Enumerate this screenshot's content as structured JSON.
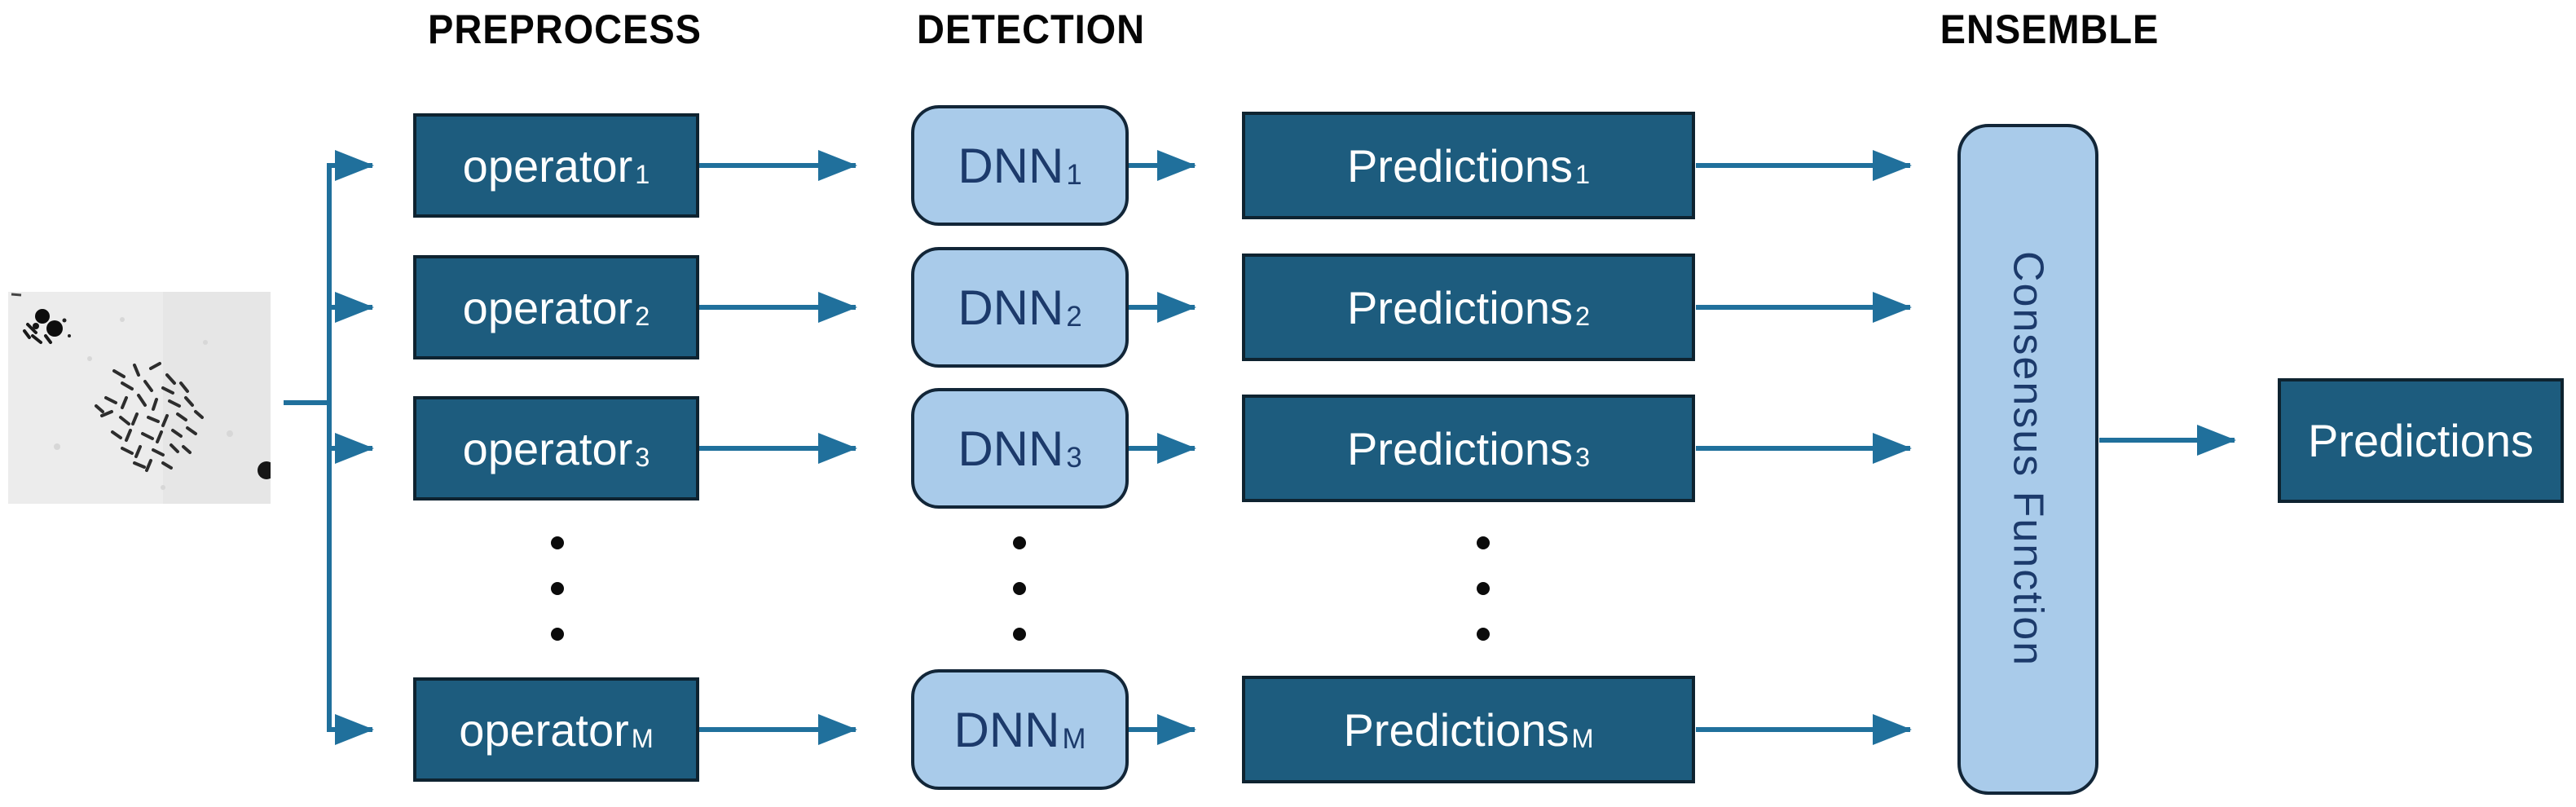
{
  "headers": {
    "preprocess": "PREPROCESS",
    "detection": "DETECTION",
    "ensemble": "ENSEMBLE"
  },
  "rows": [
    {
      "operator_base": "operator",
      "operator_sub": "1",
      "dnn_base": "DNN",
      "dnn_sub": "1",
      "predictions_base": "Predictions",
      "predictions_sub": "1"
    },
    {
      "operator_base": "operator",
      "operator_sub": "2",
      "dnn_base": "DNN",
      "dnn_sub": "2",
      "predictions_base": "Predictions",
      "predictions_sub": "2"
    },
    {
      "operator_base": "operator",
      "operator_sub": "3",
      "dnn_base": "DNN",
      "dnn_sub": "3",
      "predictions_base": "Predictions",
      "predictions_sub": "3"
    },
    {
      "operator_base": "operator",
      "operator_sub": "M",
      "dnn_base": "DNN",
      "dnn_sub": "M",
      "predictions_base": "Predictions",
      "predictions_sub": "M"
    }
  ],
  "consensus": {
    "label": "Consensus Function"
  },
  "output": {
    "label": "Predictions"
  },
  "icons": {
    "input_image": "chromosome-micrograph",
    "ellipsis": "vertical-ellipsis-dots"
  },
  "colors": {
    "dark_box_fill": "#1d5c7e",
    "dark_box_border": "#0e2330",
    "light_box_fill": "#a9cbea",
    "light_box_border": "#122638",
    "arrow": "#20709c",
    "dark_box_text": "#ffffff",
    "light_box_text": "#1c3a6b",
    "header_text": "#050505",
    "dot": "#0b0b0b"
  }
}
